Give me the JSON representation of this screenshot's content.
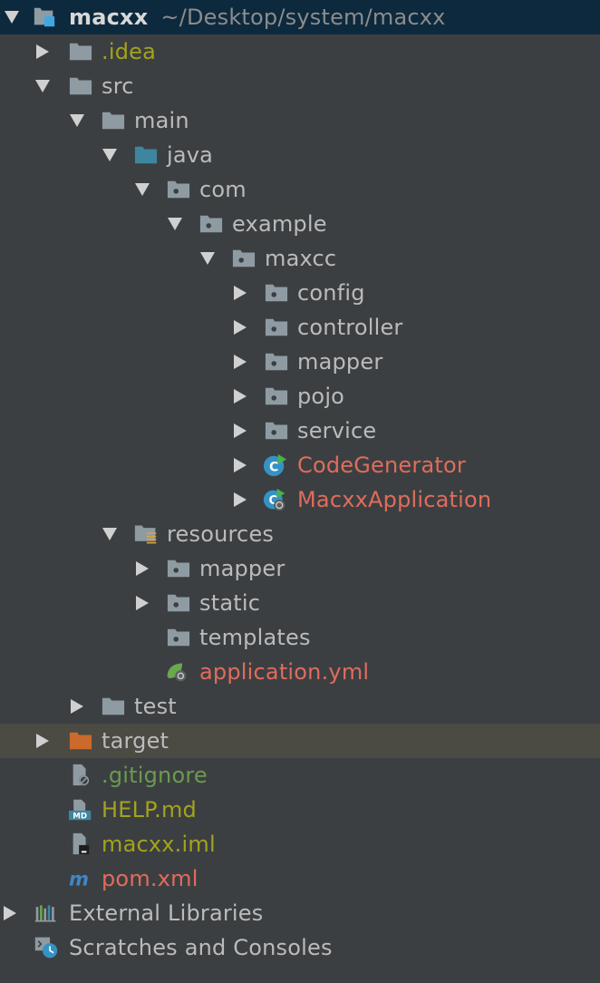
{
  "project": {
    "name": "macxx",
    "path": "~/Desktop/system/macxx"
  },
  "tree": {
    "idea": ".idea",
    "src": "src",
    "main": "main",
    "java": "java",
    "com": "com",
    "example": "example",
    "maxcc": "maxcc",
    "config": "config",
    "controller": "controller",
    "mapper": "mapper",
    "pojo": "pojo",
    "service": "service",
    "code_generator": "CodeGenerator",
    "macxx_application": "MacxxApplication",
    "resources": "resources",
    "res_mapper": "mapper",
    "static": "static",
    "templates": "templates",
    "application_yml": "application.yml",
    "test": "test",
    "target": "target",
    "gitignore": ".gitignore",
    "help_md": "HELP.md",
    "macxx_iml": "macxx.iml",
    "pom_xml": "pom.xml",
    "md_badge": "MD"
  },
  "bottom": {
    "external_libraries": "External Libraries",
    "scratches": "Scratches and Consoles"
  },
  "colors": {
    "background": "#3c3f41",
    "root_row": "#0d293e",
    "selected_row": "#4b4a43",
    "folder": "#8f9ba3",
    "source_folder": "#3e86a0",
    "excluded_folder": "#cc6a2c",
    "modified_text": "#a3a31c",
    "error_text": "#e06c5c",
    "added_text": "#6a9a50"
  }
}
